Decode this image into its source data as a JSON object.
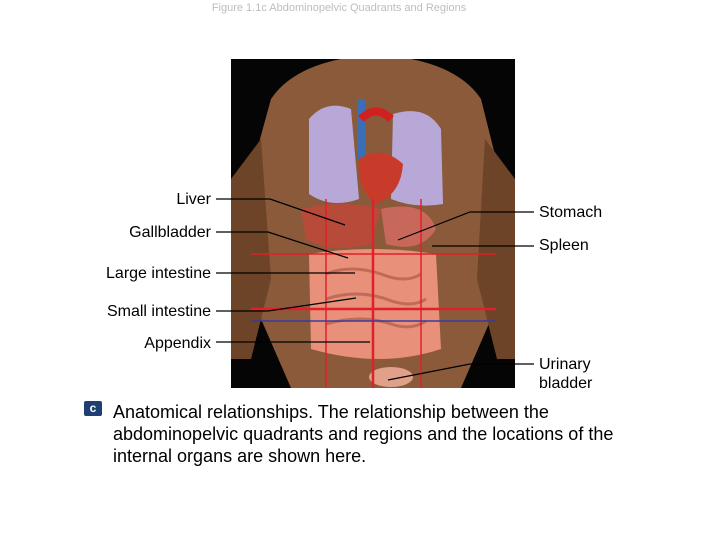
{
  "figure_title": "Figure 1.1c Abdominopelvic Quadrants and Regions",
  "labels_left": {
    "liver": "Liver",
    "gallbladder": "Gallbladder",
    "large_intestine": "Large intestine",
    "small_intestine": "Small intestine",
    "appendix": "Appendix"
  },
  "labels_right": {
    "stomach": "Stomach",
    "spleen": "Spleen",
    "urinary_bladder_line1": "Urinary",
    "urinary_bladder_line2": "bladder"
  },
  "caption": {
    "badge": "c",
    "text": "Anatomical relationships. The relationship between the abdominopelvic quadrants and regions and the locations of the internal organs are shown here."
  },
  "colors": {
    "skin": "#8a5a3a",
    "lungs": "#b8a8d8",
    "organs": "#e8907a",
    "quadrant_lines": "#e0202a",
    "region_lines": "#3a3aa0",
    "badge": "#1f3f74"
  }
}
